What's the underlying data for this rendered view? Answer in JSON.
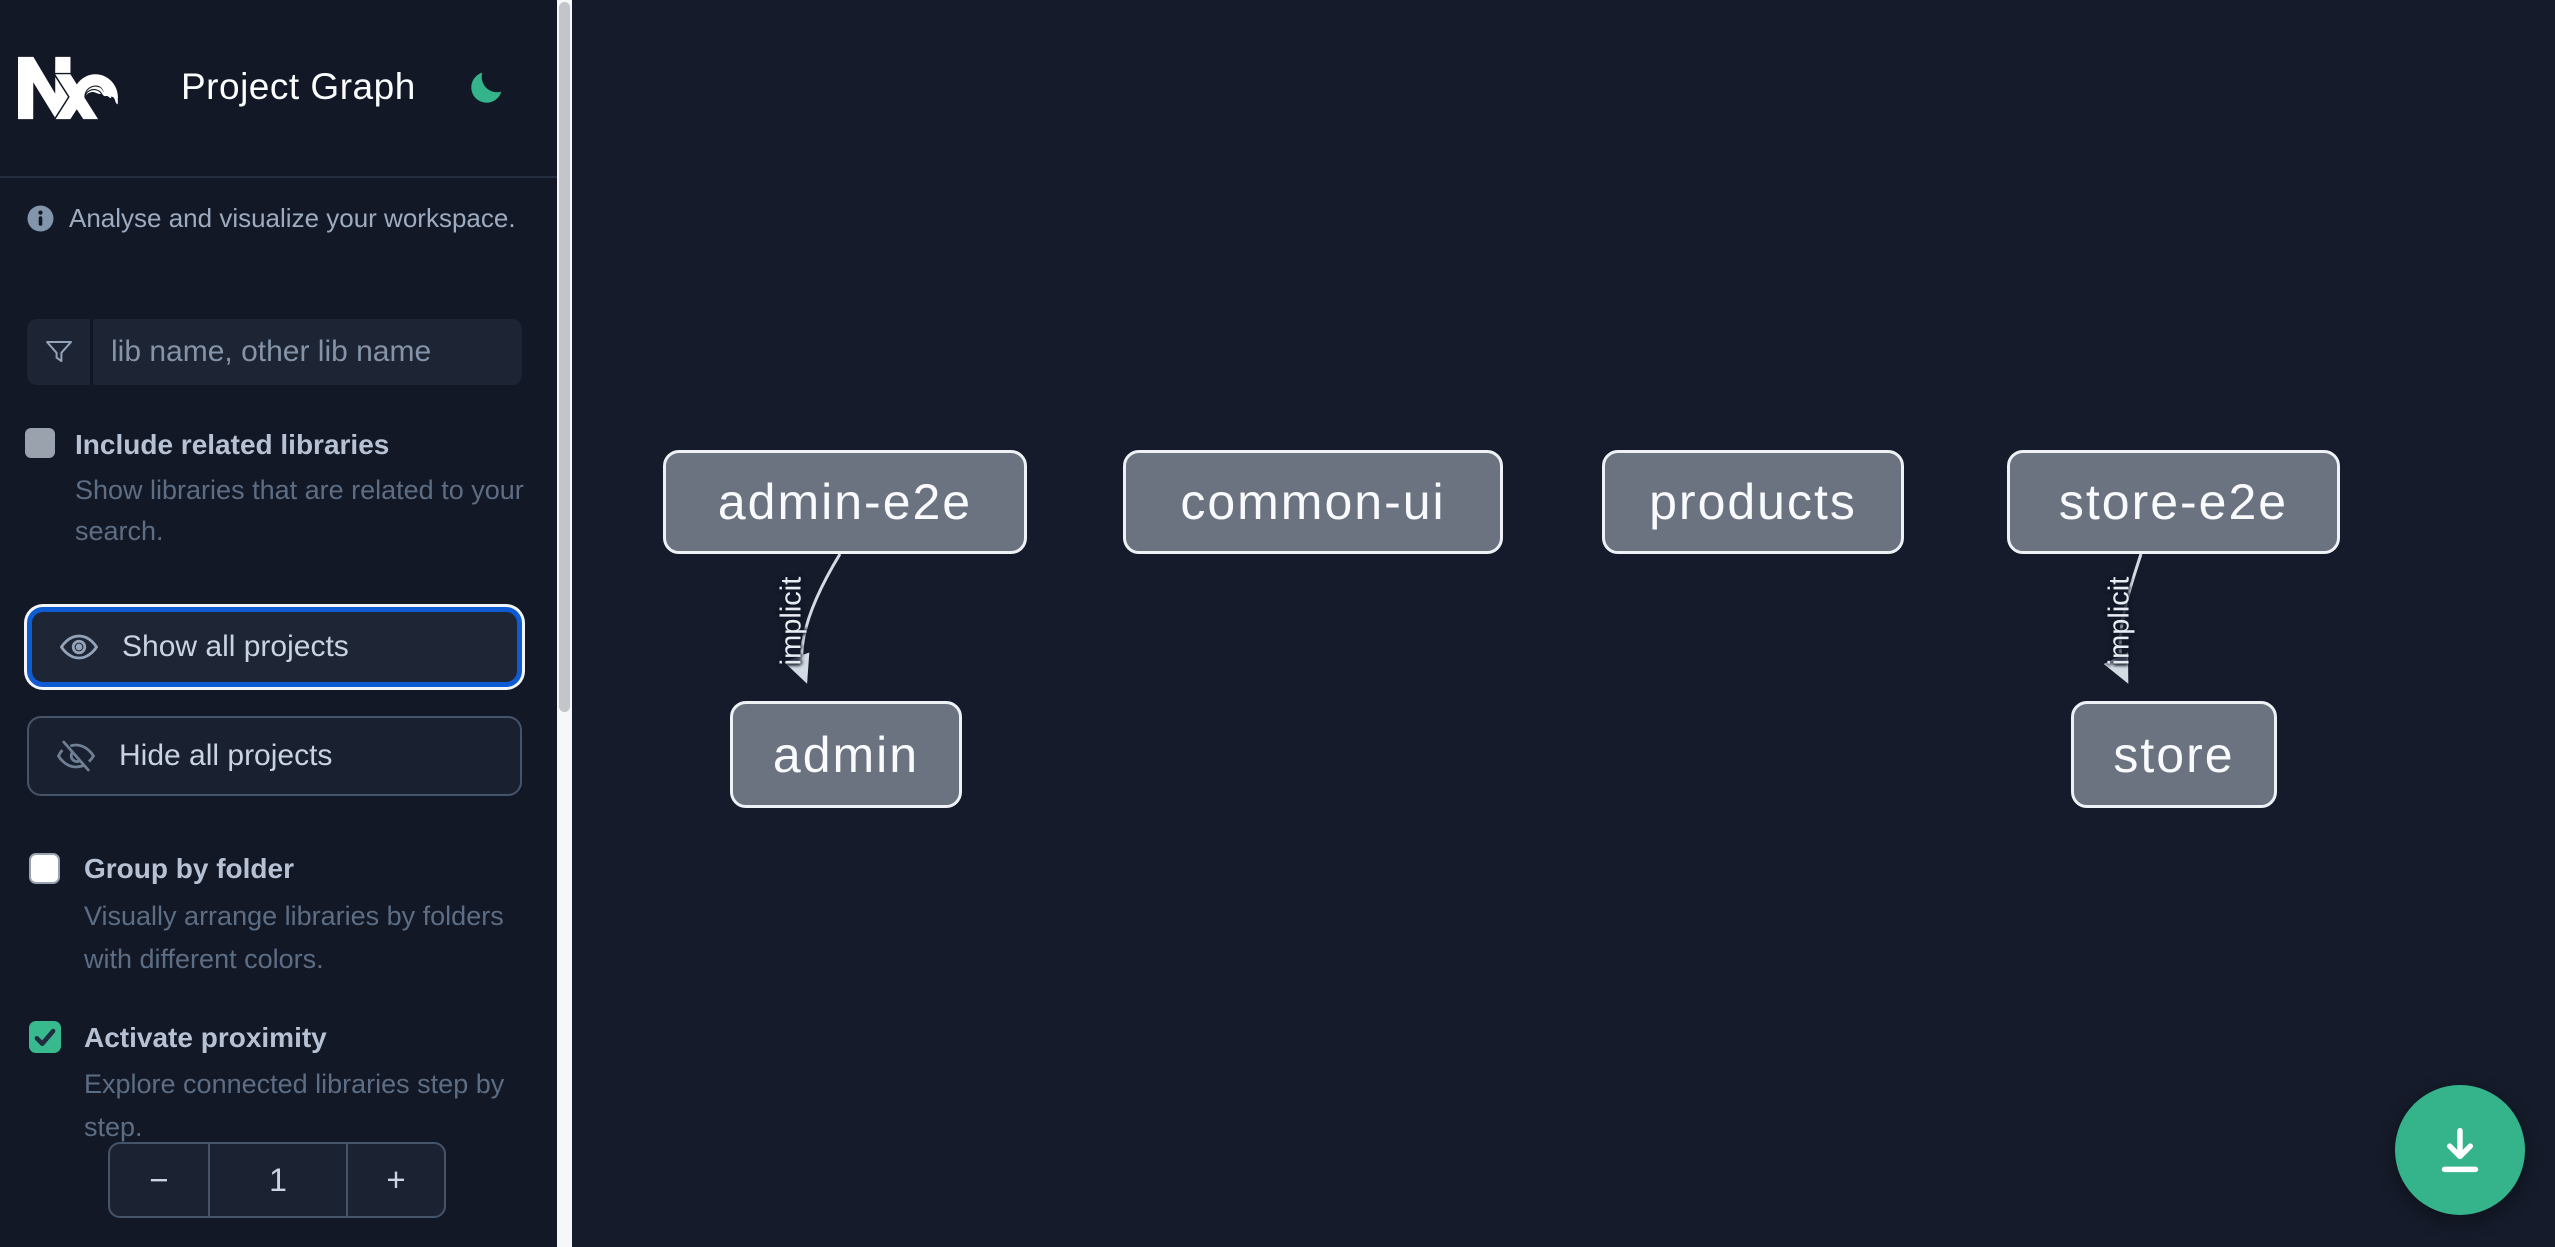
{
  "app": {
    "title": "Project Graph",
    "logo": "Nx",
    "theme_icon": "moon",
    "accent_green": "#35b38a",
    "focus_blue": "#0f5bd4"
  },
  "sidebar": {
    "tagline": "Analyse and visualize your workspace.",
    "filter_input": {
      "placeholder": "lib name, other lib name",
      "value": ""
    },
    "options": [
      {
        "id": "include-related-libraries",
        "label": "Include related libraries",
        "description": "Show libraries that are related to your search.",
        "checked": false,
        "disabled": true
      },
      {
        "id": "group-by-folder",
        "label": "Group by folder",
        "description": "Visually arrange libraries by folders with different colors.",
        "checked": false,
        "disabled": false
      },
      {
        "id": "activate-proximity",
        "label": "Activate proximity",
        "description": "Explore connected libraries step by step.",
        "checked": true,
        "disabled": false
      }
    ],
    "actions": [
      {
        "id": "show-all-projects",
        "label": "Show all projects",
        "focused": true
      },
      {
        "id": "hide-all-projects",
        "label": "Hide all projects",
        "focused": false
      }
    ],
    "proximity_stepper": {
      "decrement": "−",
      "value": "1",
      "increment": "+"
    }
  },
  "graph": {
    "nodes": [
      {
        "label": "admin-e2e"
      },
      {
        "label": "common-ui"
      },
      {
        "label": "products"
      },
      {
        "label": "store-e2e"
      },
      {
        "label": "admin"
      },
      {
        "label": "store"
      }
    ],
    "edges": [
      {
        "from": "admin-e2e",
        "to": "admin",
        "label": "implicit"
      },
      {
        "from": "store-e2e",
        "to": "store",
        "label": "implicit"
      }
    ],
    "node_fill": "#6b7280",
    "node_border": "#eef1f6",
    "edge_color": "#d3dbe4"
  },
  "fab": {
    "icon": "download"
  }
}
